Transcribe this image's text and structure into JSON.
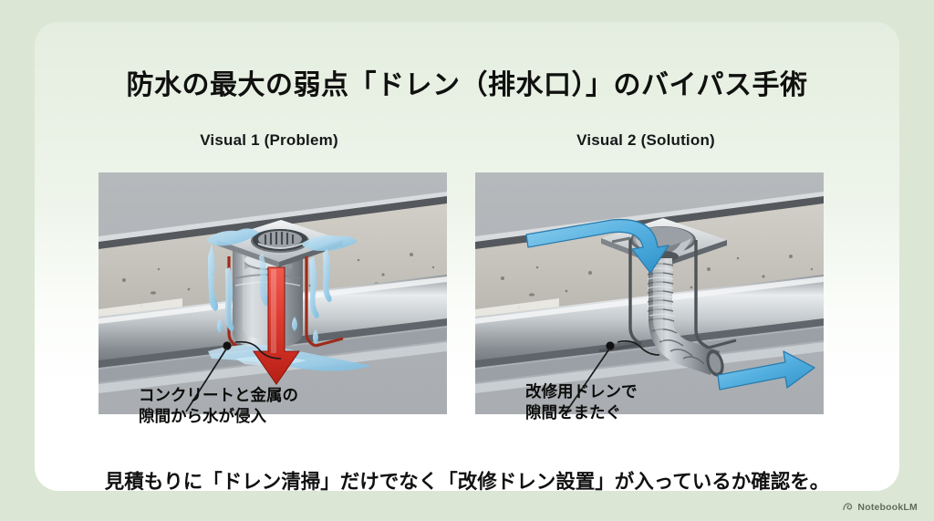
{
  "slide": {
    "title": "防水の最大の弱点「ドレン（排水口）」のバイパス手術",
    "bottom_note": "見積もりに「ドレン清掃」だけでなく「改修ドレン設置」が入っているか確認を。",
    "background_color": "#dbe7d4",
    "card_color": "#ffffff"
  },
  "panels": [
    {
      "title": "Visual 1 (Problem)",
      "callout_line1": "コンクリートと金属の",
      "callout_line2": "隙間から水が侵入",
      "figure_name": "roof-drain-leak-cross-section",
      "arrow_color": "#d8382f",
      "arrow_direction": "down",
      "water_color": "#9ed3ec"
    },
    {
      "title": "Visual 2 (Solution)",
      "callout_line1": "改修用ドレンで",
      "callout_line2": "隙間をまたぐ",
      "figure_name": "retrofit-flexible-drain-cross-section",
      "arrow_color": "#55b0e0",
      "arrow_direction": "flow",
      "water_color": "#55b0e0"
    }
  ],
  "watermark": {
    "label": "NotebookLM",
    "icon": "notebooklm-logo-icon"
  }
}
